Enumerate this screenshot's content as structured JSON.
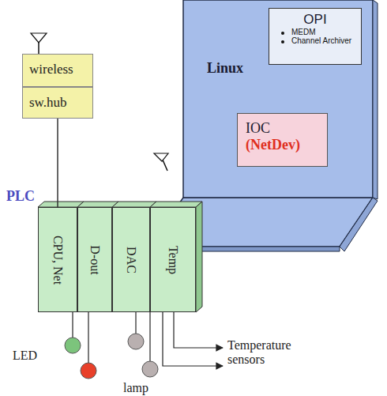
{
  "diagram": {
    "nodes": [
      {
        "text": [
          "Linux"
        ]
      },
      {
        "text": [
          "OPI",
          "MEDM",
          "Channel Archiver"
        ],
        "in": 0
      },
      {
        "text": [
          "IOC",
          "(NetDev)"
        ],
        "in": 0
      },
      {
        "text": [
          "wireless"
        ]
      },
      {
        "text": [
          "sw.hub"
        ]
      },
      {
        "text": [
          "CPU, Net"
        ]
      },
      {
        "text": [
          "D-out"
        ]
      },
      {
        "text": [
          "DAC"
        ]
      },
      {
        "text": [
          "Temp"
        ]
      }
    ],
    "edges": [
      {
        "from": 4,
        "to": 5,
        "arrow": "none"
      }
    ],
    "labels": [
      "PLC",
      "LED",
      "lamp",
      "Temperature sensors"
    ]
  }
}
